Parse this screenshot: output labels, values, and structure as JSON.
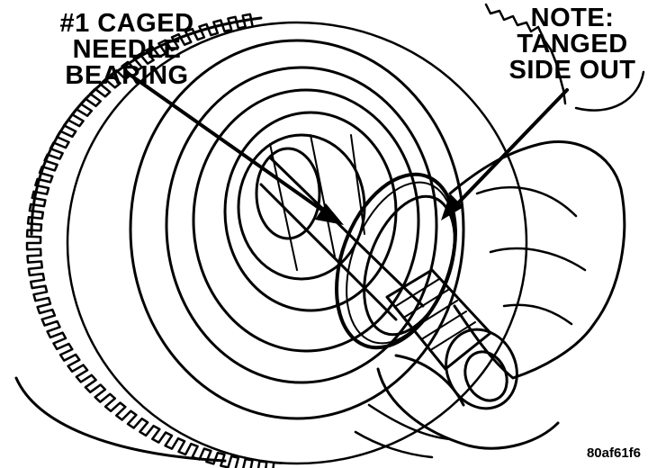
{
  "labels": {
    "bearing": {
      "line1": "#1 CAGED",
      "line2": "NEEDLE BEARING"
    },
    "note": {
      "line1": "NOTE:",
      "line2": "TANGED",
      "line3": "SIDE OUT"
    }
  },
  "figure_code": "80af61f6",
  "colors": {
    "ink": "#000000",
    "paper": "#ffffff"
  }
}
